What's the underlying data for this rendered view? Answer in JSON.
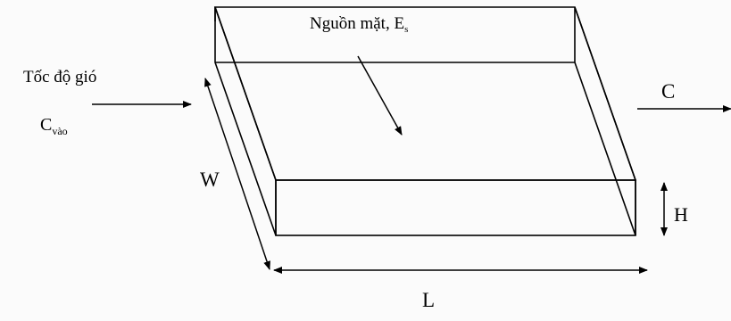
{
  "diagram": {
    "surface_source_label": "Nguồn mặt, E",
    "surface_source_subscript": "s",
    "wind_speed_label": "Tốc độ gió",
    "inflow_concentration_label": "C",
    "inflow_concentration_subscript": "vào",
    "outflow_concentration_label": "C",
    "width_label": "W",
    "height_label": "H",
    "length_label": "L"
  }
}
